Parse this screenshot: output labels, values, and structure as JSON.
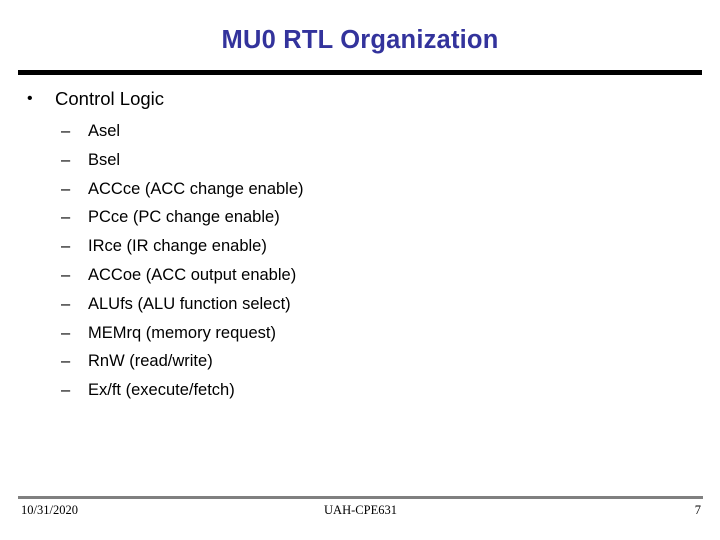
{
  "slide": {
    "title": "MU0 RTL Organization",
    "title_color": "#33339c",
    "rule_color": "#000000",
    "background": "#ffffff"
  },
  "content": {
    "bullets": [
      {
        "marker": "•",
        "label": "Control Logic",
        "children": [
          {
            "marker": "–",
            "label": "Asel"
          },
          {
            "marker": "–",
            "label": "Bsel"
          },
          {
            "marker": "–",
            "label": "ACCce (ACC change enable)"
          },
          {
            "marker": "–",
            "label": "PCce (PC change enable)"
          },
          {
            "marker": "–",
            "label": "IRce (IR change enable)"
          },
          {
            "marker": "–",
            "label": "ACCoe (ACC output enable)"
          },
          {
            "marker": "–",
            "label": "ALUfs (ALU function select)"
          },
          {
            "marker": "–",
            "label": "MEMrq (memory request)"
          },
          {
            "marker": "–",
            "label": "RnW (read/write)"
          },
          {
            "marker": "–",
            "label": "Ex/ft (execute/fetch)"
          }
        ]
      }
    ]
  },
  "footer": {
    "date": "10/31/2020",
    "center": "UAH-CPE631",
    "page_number": "7",
    "rule_color": "#808080"
  }
}
